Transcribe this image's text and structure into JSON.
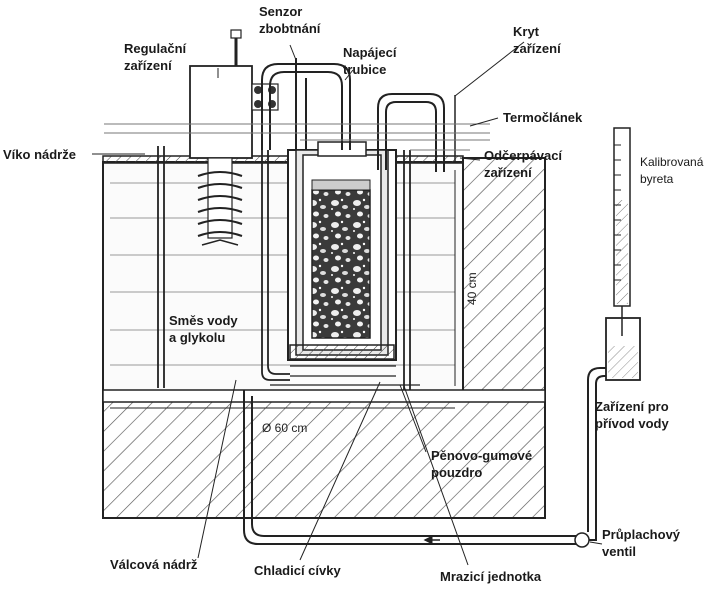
{
  "labels": {
    "regulacni": [
      "Regulační",
      "zařízení"
    ],
    "senzor": [
      "Senzor",
      "zbobtnání"
    ],
    "napajeci": [
      "Napájecí",
      "trubice"
    ],
    "kryt": [
      "Kryt",
      "zařízení"
    ],
    "termoclanek": [
      "Termočlánek"
    ],
    "viko": [
      "Víko nádrže"
    ],
    "odcerpavaci": [
      "Odčerpávací",
      "zařízení"
    ],
    "byreta": [
      "Kalibrovaná",
      "byreta"
    ],
    "smes": [
      "Směs vody",
      "a glykolu"
    ],
    "privod": [
      "Zařízení pro",
      "přívod vody"
    ],
    "pouzdro": [
      "Pěnovo-gumové",
      "pouzdro"
    ],
    "proplach": [
      "Průplachový",
      "ventil"
    ],
    "valcova": [
      "Válcová nádrž"
    ],
    "chladici": [
      "Chladicí cívky"
    ],
    "mrazici": [
      "Mrazicí jednotka"
    ]
  },
  "dimensions": {
    "height": "40 cm",
    "diameter": "Ø 60 cm"
  }
}
